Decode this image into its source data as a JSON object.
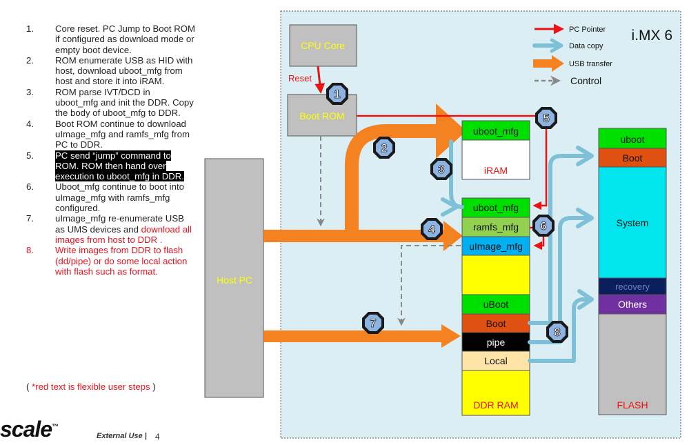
{
  "steps": [
    {
      "num": "1.",
      "text": "Core reset.  PC Jump to Boot ROM if configured as download mode or empty boot device."
    },
    {
      "num": "2.",
      "text": "ROM enumerate USB as HID with host, download uboot_mfg from host and store it into iRAM."
    },
    {
      "num": "3.",
      "text": "ROM parse IVT/DCD in uboot_mfg and init the DDR. Copy the body of uboot_mfg to DDR."
    },
    {
      "num": "4.",
      "text": "Boot ROM continue to download uImage_mfg and ramfs_mfg from PC to DDR."
    },
    {
      "num": "5.",
      "text": "PC send “jump” command to ROM. ROM then hand over execution to uboot_mfg in DDR."
    },
    {
      "num": "6.",
      "text": "Uboot_mfg continue to boot into uImage_mfg with ramfs_mfg configured."
    },
    {
      "num": "7.",
      "text": "uImage_mfg re-enumerate USB as UMS devices and ",
      "text_red": "download all images from host to DDR ."
    },
    {
      "num": "8.",
      "text": "Write images from DDR to flash (dd/pipe) or do some local action with flash such as format."
    }
  ],
  "note": {
    "open": "( ",
    "red": "*red text is flexible user steps",
    "close": " )"
  },
  "footer": {
    "brand": "scale",
    "tm": "™",
    "label": "External Use",
    "separator": "|",
    "page": "4"
  },
  "diagram": {
    "title": "i.MX 6",
    "legend": {
      "pc_pointer": "PC Pointer",
      "data_copy": "Data copy",
      "usb_transfer": "USB transfer",
      "control": "Control"
    },
    "cpu_core": "CPU Core",
    "reset": "Reset",
    "boot_rom": "Boot ROM",
    "host_pc": "Host PC",
    "iram": {
      "block": "uboot_mfg",
      "label": "iRAM"
    },
    "ddr": {
      "blocks": [
        "uboot_mfg",
        "ramfs_mfg",
        "uImage_mfg",
        "uBoot",
        "Boot",
        "pipe",
        "Local"
      ],
      "label": "DDR RAM"
    },
    "flash": {
      "blocks": [
        "uboot",
        "Boot",
        "System",
        "recovery",
        "Others"
      ],
      "label": "FLASH"
    },
    "markers": [
      "1",
      "2",
      "3",
      "4",
      "5",
      "6",
      "7",
      "8"
    ],
    "colors": {
      "pc_pointer": "#ee1111",
      "data_copy": "#7ec0d8",
      "usb_transfer": "#f58220",
      "control": "#888888",
      "panel": "#daeef3",
      "box_gray": "#c0c0c0",
      "green": "#00e000",
      "yellow": "#ffff00",
      "cyan": "#00e5ee",
      "orange_red": "#e05010",
      "navy": "#0b1f5c",
      "purple": "#7030a0"
    }
  }
}
